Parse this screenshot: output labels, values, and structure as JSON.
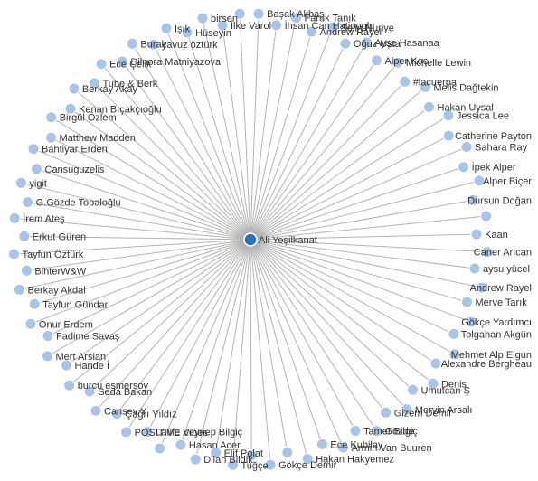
{
  "colors": {
    "node": "#a9c3e9",
    "center_node": "#2a72b5",
    "link": "#b4b4b4",
    "text": "#333333"
  },
  "center": {
    "name": "Ali Yeşilkanat"
  },
  "friends": [
    "Başak Akbaş",
    "İhsan Can Hatipoglu",
    "Faruk Tanık",
    "Andrew Rayel",
    "Selin Nuriye",
    "Oğuz Usta",
    "Ayşe Hasanaa",
    "Alper Koç",
    "Michelle Lewin",
    "#lacuerpa",
    "Melis Dağtekin",
    "Hakan Uysal",
    "Jessica Lee",
    "Catherine Payton",
    "Sahara Ray",
    "İpek Alper",
    "Alper Biçer",
    "Dursun Doğan",
    "",
    "Kaan",
    "Caner Arıcan",
    "aysu yücel",
    "Andrew Rayel",
    "Merve Tarık",
    "Gökçe Yardımcı",
    "Tolgahan Akgün",
    "Mehmet Alp Elgun",
    "Alexandre Bergheau",
    "Denis",
    "Umutcan Ş",
    "Mervin Arsalı",
    "Gizem Demir",
    "Gözde",
    "Tamer Bilgiç",
    "Armin Van Buuren",
    "Ece Kubilay",
    "Hakan Hakyemez",
    "",
    "Gökçe Demir",
    "",
    "Tuğçe",
    "Elif Polat",
    "Dilan Bildik",
    "Hasan Acer",
    "",
    "Latife Zeynep Bilgiç",
    "POSITIVE Vibes",
    "Çağrı Yıldız",
    "Cansev Y",
    "Seda Bakan",
    "burcu esmersoy",
    "Hande İ",
    "Mert Arslan",
    "Fadime Savaş",
    "Onur Erdem",
    "Tayfun Gündar",
    "Berkay Akdal",
    "BihterW&W",
    "Tayfun Öztürk",
    "Erkut Güren",
    "İrem Ateş",
    "G.Gözde Topaloğlu",
    "yigit",
    "Cansuguzelis",
    "Bahtiyar Erden",
    "Matthew Madden",
    "Birgül Özlem",
    "Kenan Bıçakçıoğlu",
    "Berkay Akay",
    "Tube & Berk",
    "Ece Çelik",
    "Dilnora Matniyazova",
    "Burak",
    "yavuz öztürk",
    "Işık",
    "Hüseyin",
    "birsen",
    "İlke Varol",
    ""
  ]
}
